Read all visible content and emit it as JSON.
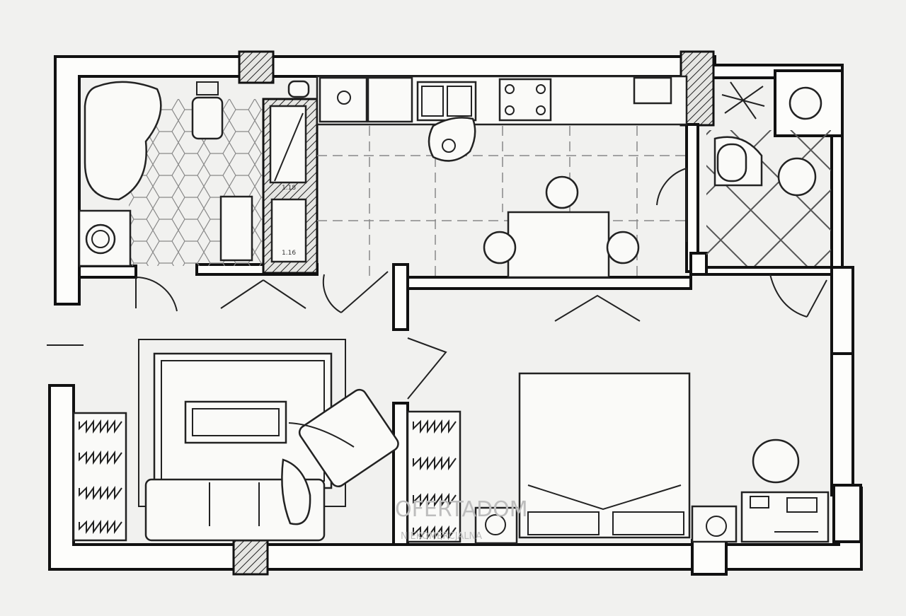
{
  "plan": {
    "label_closet_1": "1.18",
    "label_closet_2": "1.16",
    "watermark": "OFERTADOM",
    "watermark_sub": "NIEKOMERCJALNA"
  }
}
